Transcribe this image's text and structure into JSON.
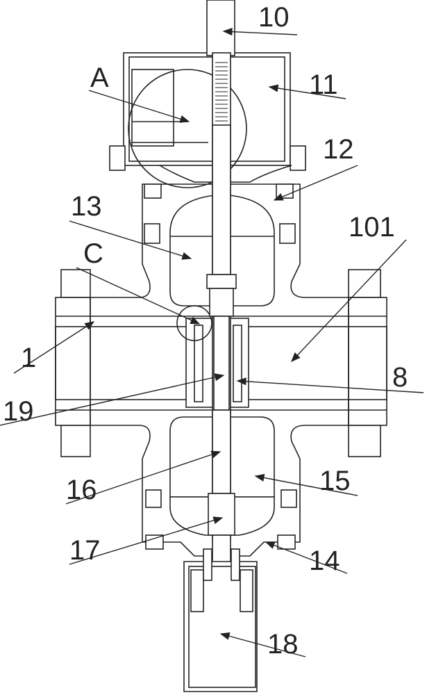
{
  "figure": {
    "labels": {
      "l10": "10",
      "l11": "11",
      "lA": "A",
      "l12": "12",
      "l13": "13",
      "l101": "101",
      "lC": "C",
      "l1": "1",
      "l8": "8",
      "l19": "19",
      "l16": "16",
      "l15": "15",
      "l17": "17",
      "l14": "14",
      "l18": "18"
    }
  }
}
